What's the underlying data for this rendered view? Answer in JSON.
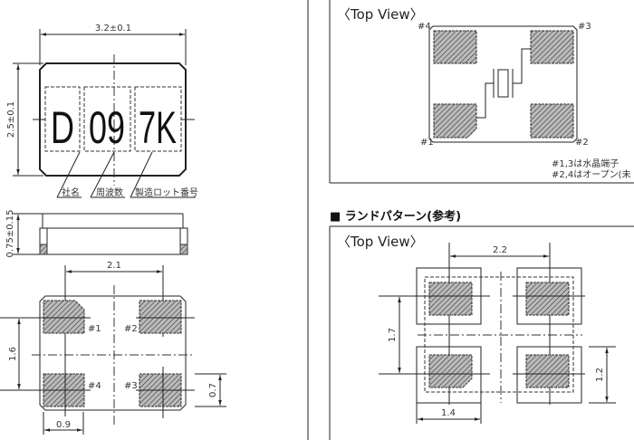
{
  "outline": {
    "width_dim": "3.2±0.1",
    "height_dim": "2.5±0.1",
    "marking": [
      "D",
      "09",
      "7K"
    ],
    "marking_labels": [
      "社名",
      "周波数",
      "製造ロット番号"
    ]
  },
  "side_view": {
    "thickness_dim": "0.75±0.15"
  },
  "bottom_view": {
    "pitch_x": "2.1",
    "pitch_y": "1.6",
    "pad_width": "0.9",
    "pad_height": "0.7",
    "pins": [
      "#1",
      "#2",
      "#3",
      "#4"
    ]
  },
  "top_view": {
    "title": "〈Top View〉",
    "pins": [
      "#1",
      "#2",
      "#3",
      "#4"
    ],
    "notes": [
      "#1,3は水晶端子",
      "#2,4はオープン(未"
    ]
  },
  "land_pattern": {
    "heading": "■ ランドパターン(参考)",
    "title": "〈Top View〉",
    "pitch_x": "2.2",
    "pitch_y": "1.7",
    "land_width": "1.4",
    "land_height": "1.2"
  }
}
